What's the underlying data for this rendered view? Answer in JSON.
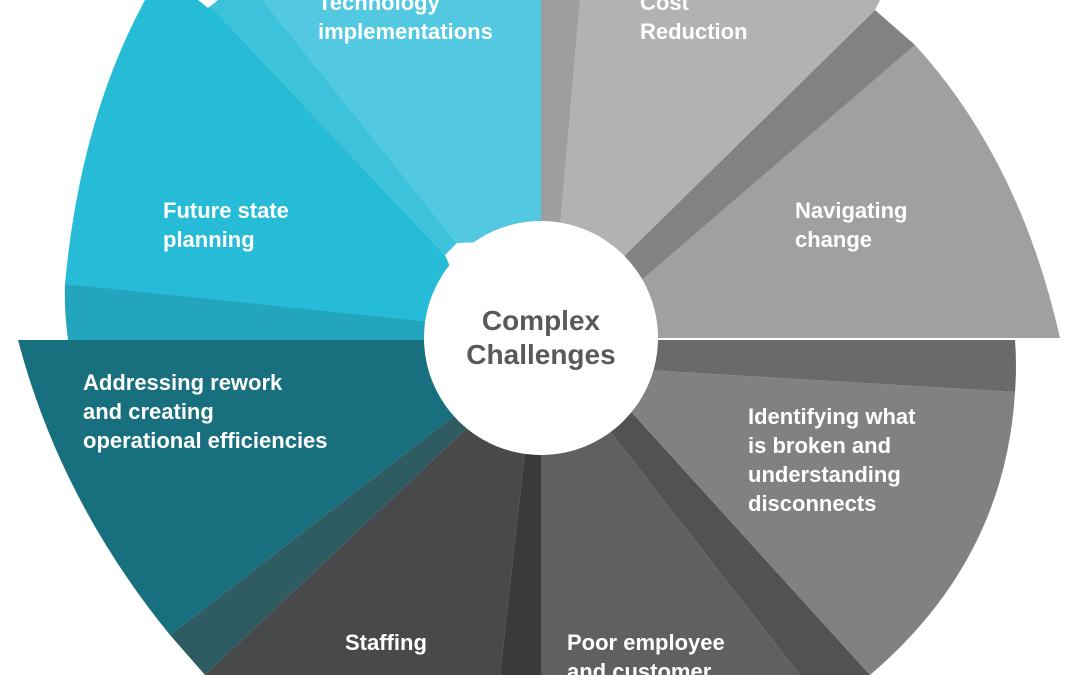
{
  "center": {
    "line1": "Complex",
    "line2": "Challenges"
  },
  "segments": [
    {
      "id": "technology",
      "label": "Technology\nimplementations",
      "color": "#52c9e0"
    },
    {
      "id": "future",
      "label": "Future state\nplanning",
      "color": "#26bcd7"
    },
    {
      "id": "rework",
      "label": "Addressing rework\nand creating\noperational efficiencies",
      "color": "#186f7d"
    },
    {
      "id": "staffing",
      "label": "Staffing",
      "color": "#48494b"
    },
    {
      "id": "experience",
      "label": "Poor employee\nand customer",
      "color": "#5f6062"
    },
    {
      "id": "identifying",
      "label": "Identifying what\nis broken and\nunderstanding\ndisconnects",
      "color": "#808183"
    },
    {
      "id": "navigating",
      "label": "Navigating\nchange",
      "color": "#9fa0a2"
    },
    {
      "id": "cost",
      "label": "Cost\nReduction",
      "color": "#b2b2b2"
    }
  ]
}
